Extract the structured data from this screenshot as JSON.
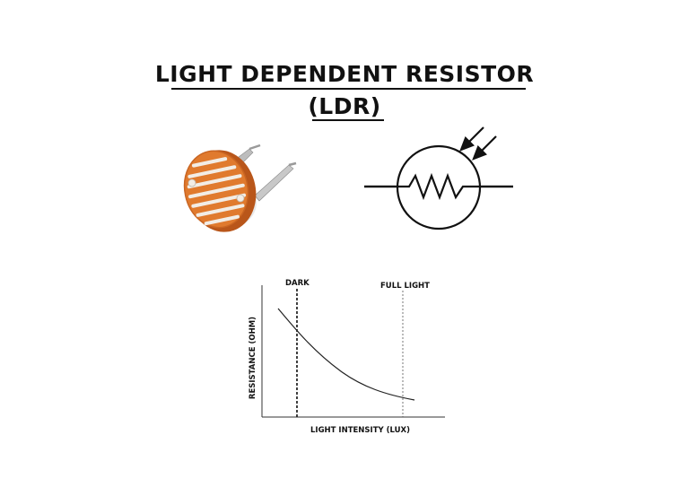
{
  "title": {
    "line1": "LIGHT DEPENDENT RESISTOR",
    "line2": "(LDR)"
  },
  "graph": {
    "xlabel": "LIGHT INTENSITY (LUX)",
    "ylabel": "RESISTANCE (OHM)",
    "markers": {
      "dark": "DARK",
      "full_light": "FULL LIGHT"
    }
  },
  "colors": {
    "ldr_body": "#d9691f",
    "ldr_track": "#f2ede6",
    "ink": "#111111"
  }
}
